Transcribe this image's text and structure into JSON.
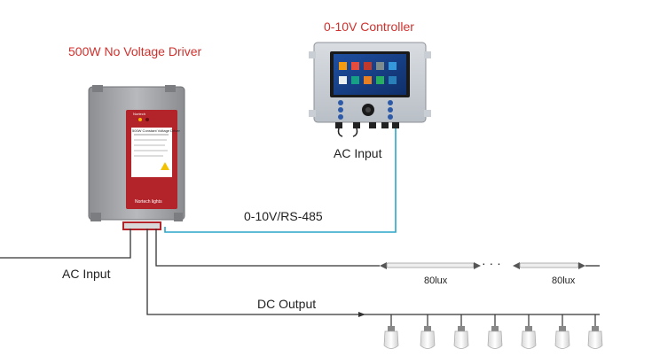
{
  "labels": {
    "driver_title": "500W No Voltage Driver",
    "controller_title": "0-10V Controller",
    "controller_ac_input": "AC Input",
    "driver_ac_input": "AC Input",
    "signal_link": "0-10V/RS-485",
    "dc_output": "DC Output",
    "lux_left": "80lux",
    "lux_right": "80lux",
    "ellipsis": "· · ·"
  },
  "driver_panel": {
    "brand": "Nortech",
    "model": "500W Constant Voltage Driver",
    "logo": "Nortech lights"
  },
  "colors": {
    "signal_wire": "#2aa6c9",
    "power_wire": "#333333",
    "title_red": "#d0312d",
    "driver_label_red": "#b2232a"
  }
}
